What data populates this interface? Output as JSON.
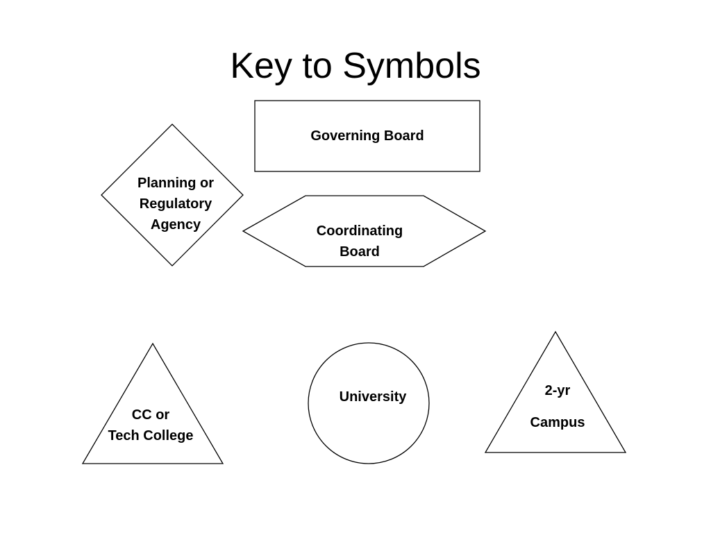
{
  "slide": {
    "title": "Key to Symbols"
  },
  "symbols": {
    "governing_board": "Governing Board",
    "planning_agency": "Planning or\nRegulatory\nAgency",
    "coordinating_board": "Coordinating\nBoard",
    "cc_tech_college": "CC or\nTech College",
    "university": "University",
    "two_yr_line1": "2-yr",
    "two_yr_line2": "Campus"
  },
  "colors": {
    "stroke": "#000000",
    "background": "#ffffff"
  }
}
